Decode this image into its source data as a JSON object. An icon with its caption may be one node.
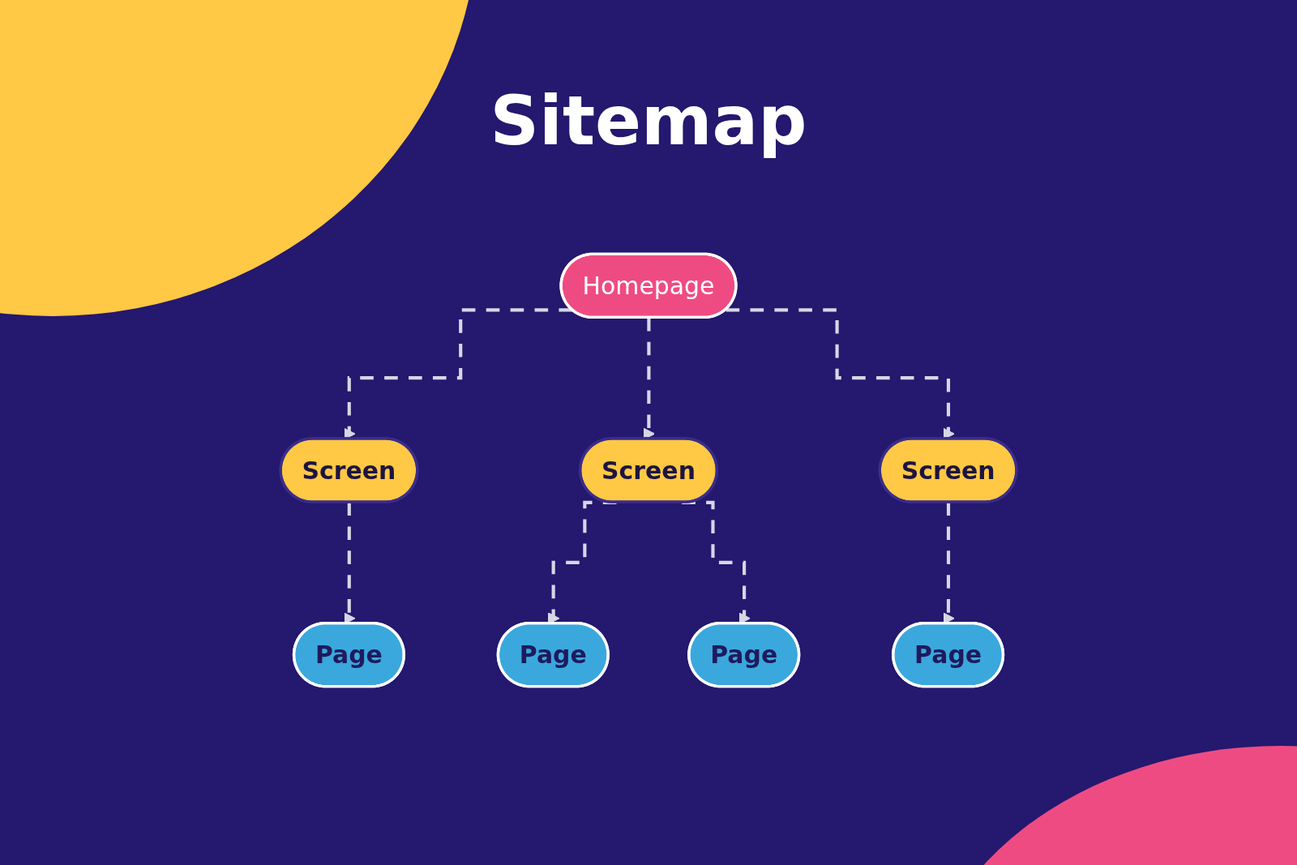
{
  "diagram": {
    "title": "Sitemap",
    "nodes": [
      {
        "text": [
          "Homepage"
        ]
      },
      {
        "text": [
          "Screen"
        ]
      },
      {
        "text": [
          "Screen"
        ]
      },
      {
        "text": [
          "Screen"
        ]
      },
      {
        "text": [
          "Page"
        ]
      },
      {
        "text": [
          "Page"
        ]
      },
      {
        "text": [
          "Page"
        ]
      },
      {
        "text": [
          "Page"
        ]
      }
    ],
    "edges": [
      {
        "from": 0,
        "to": 1,
        "arrow": "to",
        "style": "dashed"
      },
      {
        "from": 0,
        "to": 2,
        "arrow": "to",
        "style": "dashed"
      },
      {
        "from": 0,
        "to": 3,
        "arrow": "to",
        "style": "dashed"
      },
      {
        "from": 1,
        "to": 4,
        "arrow": "to",
        "style": "dashed"
      },
      {
        "from": 2,
        "to": 5,
        "arrow": "to",
        "style": "dashed"
      },
      {
        "from": 2,
        "to": 6,
        "arrow": "to",
        "style": "dashed"
      },
      {
        "from": 3,
        "to": 7,
        "arrow": "to",
        "style": "dashed"
      }
    ]
  }
}
